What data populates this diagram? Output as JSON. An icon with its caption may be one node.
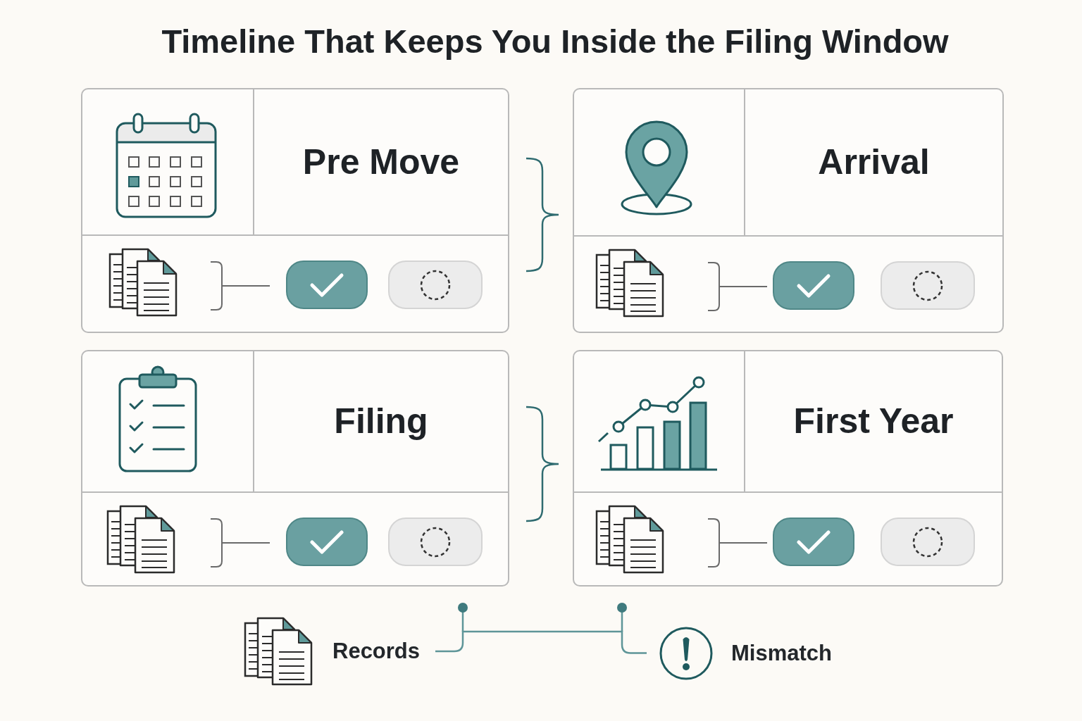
{
  "diagram": {
    "title": "Timeline That Keeps You Inside the Filing Window",
    "nodes": [
      {
        "text": [
          "Pre Move"
        ]
      },
      {
        "text": [
          "Arrival"
        ]
      },
      {
        "text": [
          "Filing"
        ]
      },
      {
        "text": [
          "First Year"
        ]
      },
      {
        "text": [
          "Records"
        ]
      },
      {
        "text": [
          "Mismatch"
        ]
      }
    ],
    "edges": [
      {
        "from": 4,
        "to": 5,
        "arrow": "none"
      }
    ]
  }
}
